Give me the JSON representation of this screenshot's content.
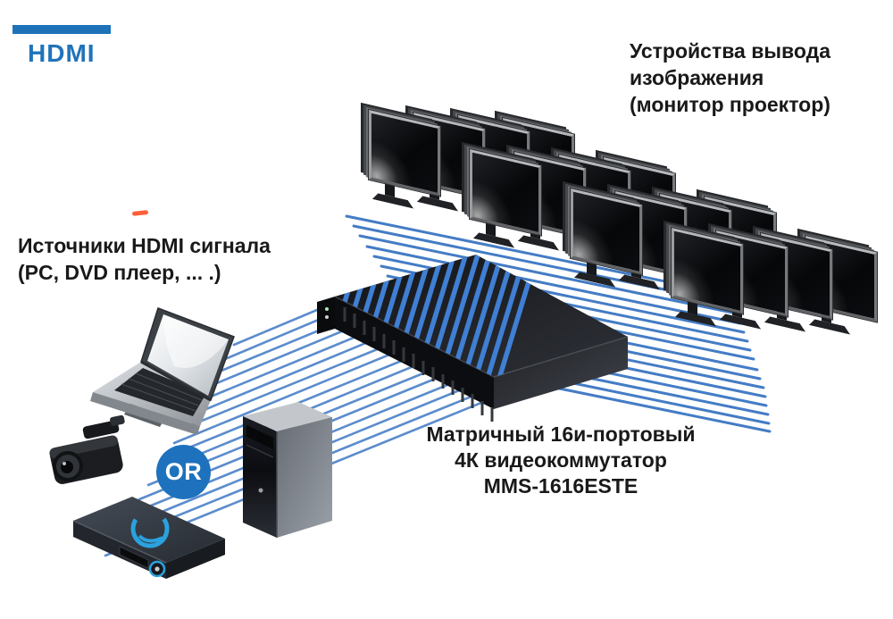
{
  "title_bar": {
    "label": "HDMI"
  },
  "annotations": {
    "output_devices": "Устройства вывода\nизображения\n(монитор проектор)",
    "sources": "Источники HDMI сигнала\n(PC, DVD плеер, ... .)",
    "switcher": "Матричный 16и-портовый\n4К видеокоммутатор\nMMS-1616ESTE",
    "or": "OR"
  },
  "diagram": {
    "monitor_count": 16,
    "cable_count": 16,
    "port_count": 16,
    "source_device_icons": [
      "laptop-icon",
      "camcorder-icon",
      "bluray-player-icon",
      "pc-tower-icon"
    ]
  },
  "colors": {
    "accent_blue": "#1d72b8",
    "cable_blue": "#3a76c2",
    "bright_stripe_blue": "#3f7fd4",
    "or_circle_blue": "#1e72bd",
    "bluray_logo_blue": "#2ba2de"
  }
}
